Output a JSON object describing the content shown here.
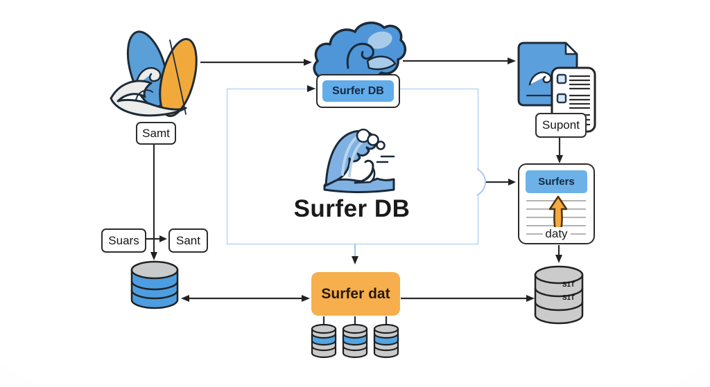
{
  "diagram": {
    "top_left": {
      "label": "Samt"
    },
    "cloud": {
      "label": "Surfer DB"
    },
    "documents": {
      "label": "Supont"
    },
    "central": {
      "title": "Surfer DB"
    },
    "surfers_panel": {
      "header": "Surfers",
      "caption": "daty"
    },
    "flow_left": {
      "suars": "Suars",
      "sant": "Sant"
    },
    "storage": {
      "orange_box": "Surfer dat",
      "right_db_rows": [
        "S1T",
        "S1T"
      ]
    }
  },
  "colors": {
    "cloud_blue": "#4e96d8",
    "light_blue": "#a9cbea",
    "label_blue": "#62ace9",
    "header_blue": "#6cb2e9",
    "db_blue": "#4d9ee0",
    "band_blue": "#54a4e2",
    "orange": "#f6af4c",
    "board_orange": "#f2a93b",
    "gray": "#c9cacb",
    "central_box_border": "#9cc7ee",
    "line": "#2a2a2a"
  }
}
